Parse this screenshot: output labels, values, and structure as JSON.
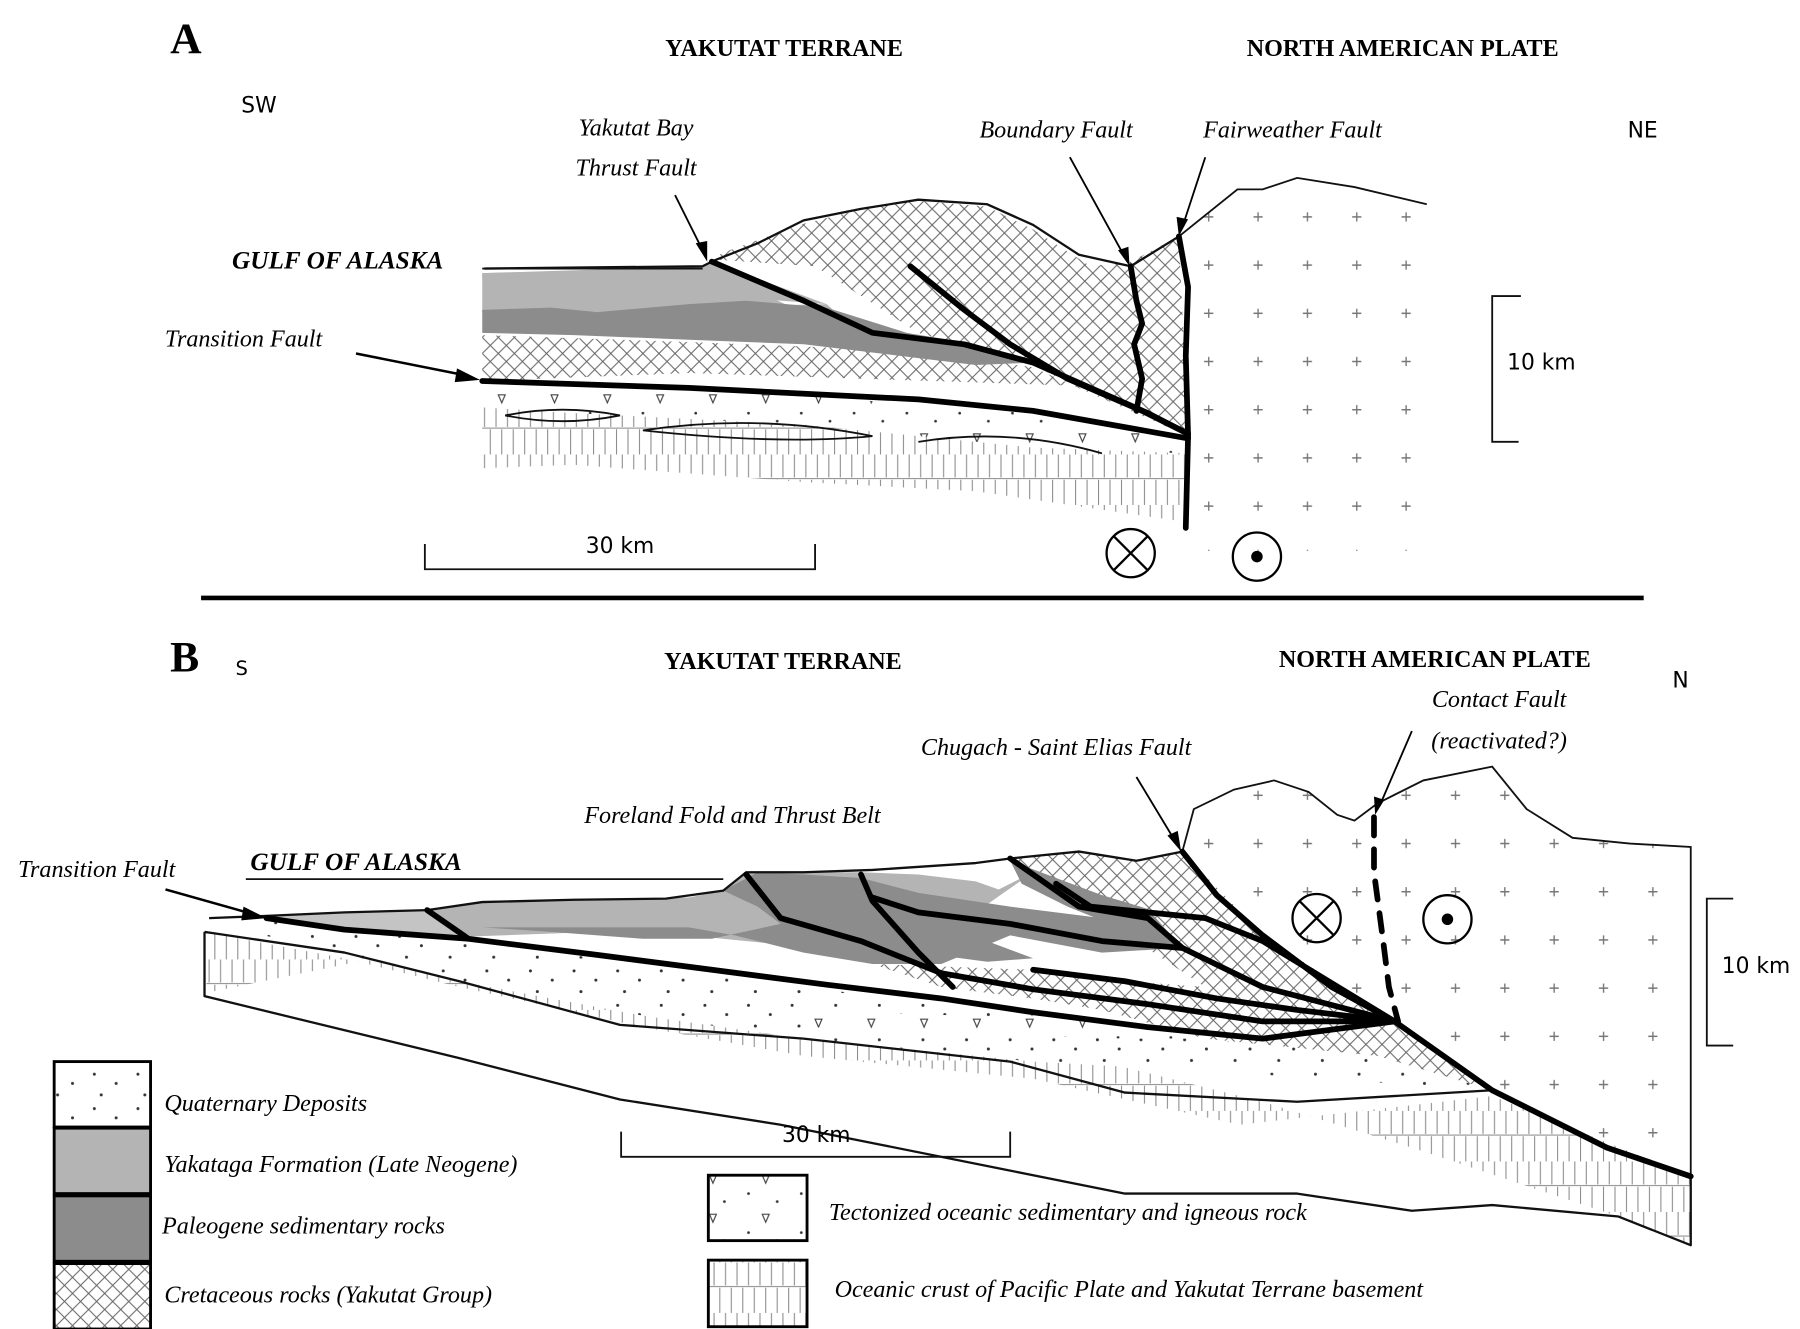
{
  "colors": {
    "yakataga": "#b4b4b4",
    "paleogene": "#8c8c8c",
    "hatch": "#555555",
    "ink": "#111111",
    "background": "#ffffff"
  },
  "panel_a": {
    "letter": "A",
    "terrane_label": "YAKUTAT TERRANE",
    "plate_label": "NORTH AMERICAN PLATE",
    "dir_left": "SW",
    "dir_right": "NE",
    "gulf_label": "GULF OF ALASKA",
    "faults": {
      "yakutat_bay_line1": "Yakutat Bay",
      "yakutat_bay_line2": "Thrust Fault",
      "boundary": "Boundary Fault",
      "fairweather": "Fairweather Fault",
      "transition": "Transition Fault"
    },
    "vertical_scale": "10 km",
    "horizontal_scale": "30 km",
    "motion_symbols": [
      "into-page",
      "out-of-page"
    ]
  },
  "panel_b": {
    "letter": "B",
    "terrane_label": "YAKUTAT TERRANE",
    "plate_label": "NORTH AMERICAN PLATE",
    "dir_left": "S",
    "dir_right": "N",
    "gulf_label": "GULF OF ALASKA",
    "faults": {
      "contact_line1": "Contact Fault",
      "contact_line2": "(reactivated?)",
      "chugach": "Chugach - Saint Elias Fault",
      "foreland": "Foreland Fold and Thrust Belt",
      "transition": "Transition Fault"
    },
    "vertical_scale": "10 km",
    "horizontal_scale": "30 km",
    "motion_symbols": [
      "into-page",
      "out-of-page"
    ]
  },
  "legend": {
    "items": [
      {
        "pattern": "dots",
        "label": "Quaternary Deposits"
      },
      {
        "pattern": "light-gray",
        "label": "Yakataga Formation (Late Neogene)"
      },
      {
        "pattern": "dark-gray",
        "label": "Paleogene sedimentary rocks"
      },
      {
        "pattern": "crosshatch",
        "label": "Cretaceous rocks (Yakutat Group)"
      },
      {
        "pattern": "dots-triangles",
        "label": "Tectonized oceanic sedimentary and igneous rock"
      },
      {
        "pattern": "brick-vertical",
        "label": "Oceanic crust of Pacific Plate and Yakutat Terrane basement"
      }
    ]
  }
}
